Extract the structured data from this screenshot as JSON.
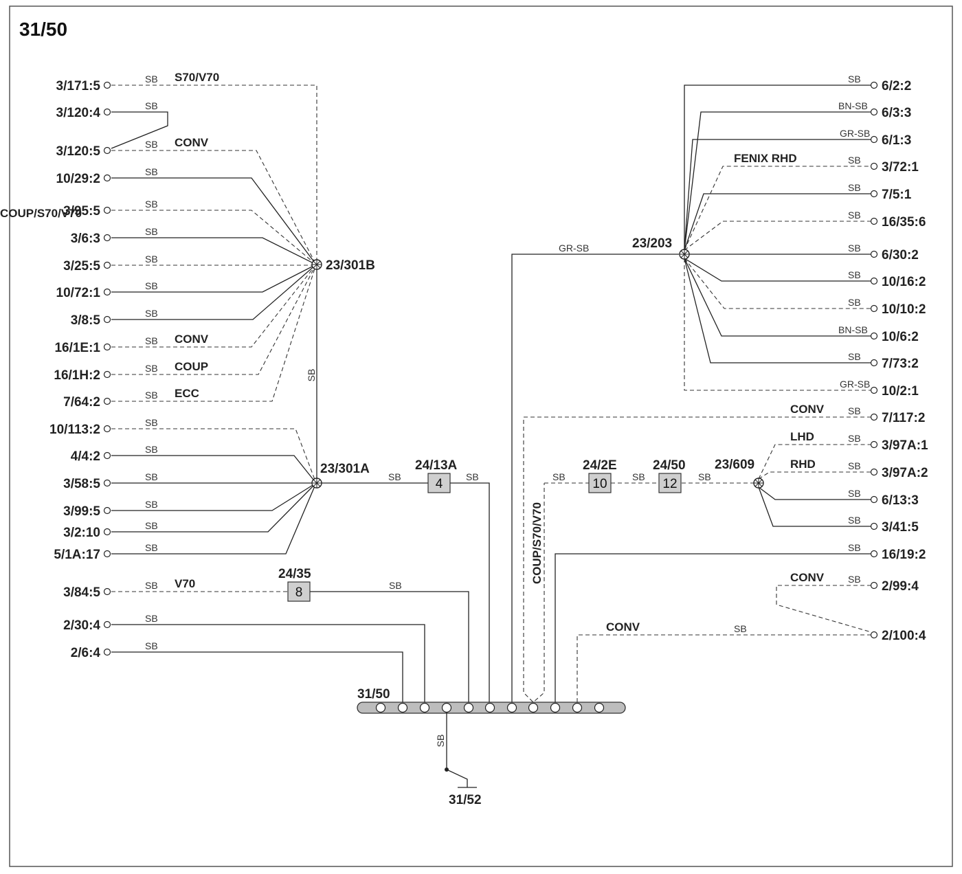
{
  "title": "31/50",
  "nodes": {
    "n301B": "23/301B",
    "n301A": "23/301A",
    "n203": "23/203",
    "n609": "23/609",
    "bus": "31/50",
    "ground": "31/52"
  },
  "components": {
    "c2413A": {
      "label": "24/13A",
      "pin": "4"
    },
    "c2435": {
      "label": "24/35",
      "pin": "8"
    },
    "c242E": {
      "label": "24/2E",
      "pin": "10"
    },
    "c2450": {
      "label": "24/50",
      "pin": "12"
    }
  },
  "left_terminals": [
    {
      "label": "3/171:5",
      "color": "SB",
      "variant": "S70/V70"
    },
    {
      "label": "3/120:4",
      "color": "SB",
      "variant": ""
    },
    {
      "label": "3/120:5",
      "color": "SB",
      "variant": "CONV"
    },
    {
      "label": "10/29:2",
      "color": "SB",
      "variant": ""
    },
    {
      "label": "3/95:5",
      "color": "SB",
      "variant": ""
    },
    {
      "label": "3/6:3",
      "color": "SB",
      "variant": ""
    },
    {
      "label": "3/25:5",
      "color": "SB",
      "variant": ""
    },
    {
      "label": "10/72:1",
      "color": "SB",
      "variant": ""
    },
    {
      "label": "3/8:5",
      "color": "SB",
      "variant": ""
    },
    {
      "label": "16/1E:1",
      "color": "SB",
      "variant": "CONV"
    },
    {
      "label": "16/1H:2",
      "color": "SB",
      "variant": "COUP"
    },
    {
      "label": "7/64:2",
      "color": "SB",
      "variant": "ECC"
    },
    {
      "label": "10/113:2",
      "color": "SB",
      "variant": ""
    },
    {
      "label": "4/4:2",
      "color": "SB",
      "variant": ""
    },
    {
      "label": "3/58:5",
      "color": "SB",
      "variant": ""
    },
    {
      "label": "3/99:5",
      "color": "SB",
      "variant": ""
    },
    {
      "label": "3/2:10",
      "color": "SB",
      "variant": ""
    },
    {
      "label": "5/1A:17",
      "color": "SB",
      "variant": ""
    },
    {
      "label": "3/84:5",
      "color": "SB",
      "variant": "V70"
    },
    {
      "label": "2/30:4",
      "color": "SB",
      "variant": ""
    },
    {
      "label": "2/6:4",
      "color": "SB",
      "variant": ""
    }
  ],
  "right_terminals": [
    {
      "label": "6/2:2",
      "color": "SB",
      "variant": ""
    },
    {
      "label": "6/3:3",
      "color": "BN-SB",
      "variant": ""
    },
    {
      "label": "6/1:3",
      "color": "GR-SB",
      "variant": ""
    },
    {
      "label": "3/72:1",
      "color": "SB",
      "variant": "FENIX RHD"
    },
    {
      "label": "7/5:1",
      "color": "SB",
      "variant": ""
    },
    {
      "label": "16/35:6",
      "color": "SB",
      "variant": "COUP/S70/V70"
    },
    {
      "label": "6/30:2",
      "color": "SB",
      "variant": ""
    },
    {
      "label": "10/16:2",
      "color": "SB",
      "variant": ""
    },
    {
      "label": "10/10:2",
      "color": "SB",
      "variant": ""
    },
    {
      "label": "10/6:2",
      "color": "BN-SB",
      "variant": ""
    },
    {
      "label": "7/73:2",
      "color": "SB",
      "variant": ""
    },
    {
      "label": "10/2:1",
      "color": "GR-SB",
      "variant": ""
    },
    {
      "label": "7/117:2",
      "color": "SB",
      "variant": "CONV"
    },
    {
      "label": "3/97A:1",
      "color": "SB",
      "variant": "LHD"
    },
    {
      "label": "3/97A:2",
      "color": "SB",
      "variant": "RHD"
    },
    {
      "label": "6/13:3",
      "color": "SB",
      "variant": ""
    },
    {
      "label": "3/41:5",
      "color": "SB",
      "variant": ""
    },
    {
      "label": "16/19:2",
      "color": "SB",
      "variant": ""
    },
    {
      "label": "2/99:4",
      "color": "SB",
      "variant": "CONV"
    },
    {
      "label": "2/100:4",
      "color": "SB",
      "variant": "CONV"
    }
  ],
  "wire_codes": {
    "sb": "SB",
    "grsb": "GR-SB"
  },
  "vertical_variant": "COUP/S70/V70"
}
